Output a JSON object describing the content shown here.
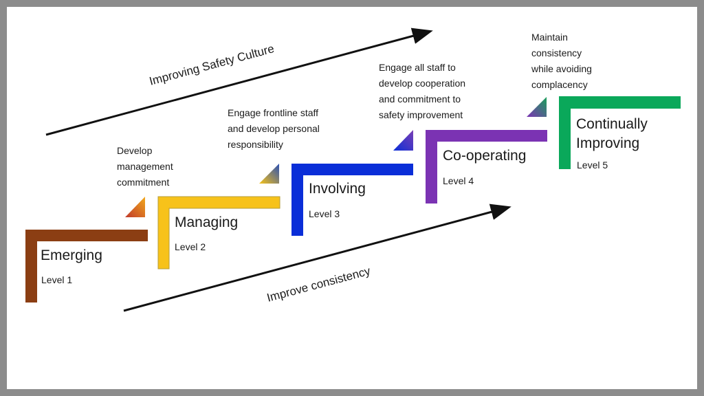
{
  "arrows": {
    "top_label": "Improving Safety Culture",
    "bottom_label": "Improve consistency"
  },
  "steps": [
    {
      "name": "Emerging",
      "level": "Level 1",
      "color": "#8b3e13",
      "description": [
        "Develop",
        "management",
        "commitment"
      ],
      "corner_colors": [
        "#c0392b",
        "#f2a91c"
      ]
    },
    {
      "name": "Managing",
      "level": "Level 2",
      "color": "#f7c21a",
      "description": [
        "Engage frontline staff",
        "and develop personal",
        "responsibility"
      ],
      "corner_colors": [
        "#f5c21a",
        "#2a4fb4"
      ]
    },
    {
      "name": "Involving",
      "level": "Level 3",
      "color": "#0a2ed8",
      "description": [
        "Engage all staff to",
        "develop cooperation",
        "and commitment to",
        "safety improvement"
      ],
      "corner_colors": [
        "#0a2ed8",
        "#7b3fb4"
      ]
    },
    {
      "name": "Co-operating",
      "level": "Level 4",
      "color": "#7b33b3",
      "description": [
        "Maintain",
        "consistency",
        "while avoiding",
        "complacency"
      ],
      "corner_colors": [
        "#7b33b3",
        "#19a05a"
      ]
    },
    {
      "name_lines": [
        "Continually",
        "Improving"
      ],
      "level": "Level 5",
      "color": "#0aa85a"
    }
  ]
}
